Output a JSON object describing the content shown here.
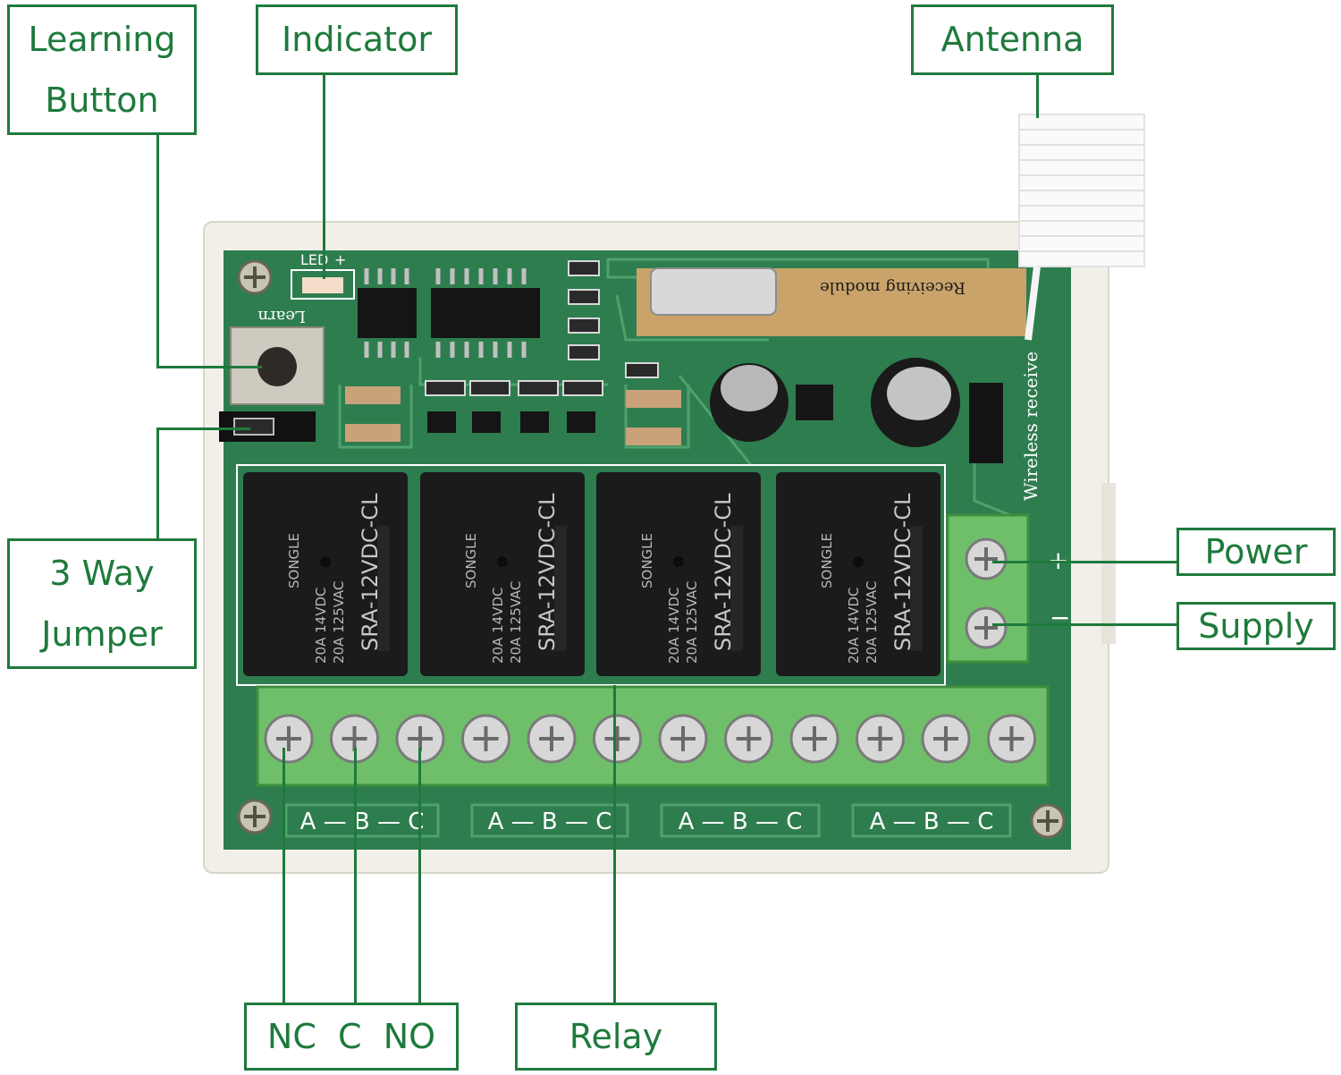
{
  "callouts": {
    "learning_button": {
      "line1": "Learning",
      "line2": "Button"
    },
    "indicator": "Indicator",
    "antenna": "Antenna",
    "three_way_jumper": {
      "line1": "3 Way",
      "line2": "Jumper"
    },
    "power": "Power",
    "supply": "Supply",
    "nc_c_no": "NC  C  NO",
    "relay": "Relay"
  },
  "board": {
    "led_label": "LED",
    "led_plus": "+",
    "learn_label": "Learn",
    "receiving_module": "Receiving module",
    "wireless_receive": "Wireless receive",
    "power_plus": "+",
    "power_minus": "−",
    "relays": [
      {
        "brand": "SONGLE",
        "model": "SRA-12VDC-CL",
        "rating1": "20A 14VDC",
        "rating2": "20A 125VAC"
      },
      {
        "brand": "SONGLE",
        "model": "SRA-12VDC-CL",
        "rating1": "20A 14VDC",
        "rating2": "20A 125VAC"
      },
      {
        "brand": "SONGLE",
        "model": "SRA-12VDC-CL",
        "rating1": "20A 14VDC",
        "rating2": "20A 125VAC"
      },
      {
        "brand": "SONGLE",
        "model": "SRA-12VDC-CL",
        "rating1": "20A 14VDC",
        "rating2": "20A 125VAC"
      }
    ],
    "terminal_groups": [
      "A — B — C",
      "A — B — C",
      "A — B — C",
      "A — B — C"
    ]
  },
  "colors": {
    "label_green": "#1e7a3c",
    "pcb_green": "#2e7d4f",
    "terminal_green": "#6fbf6a",
    "case_white": "#f1efe8",
    "relay_black": "#1b1b1b"
  }
}
